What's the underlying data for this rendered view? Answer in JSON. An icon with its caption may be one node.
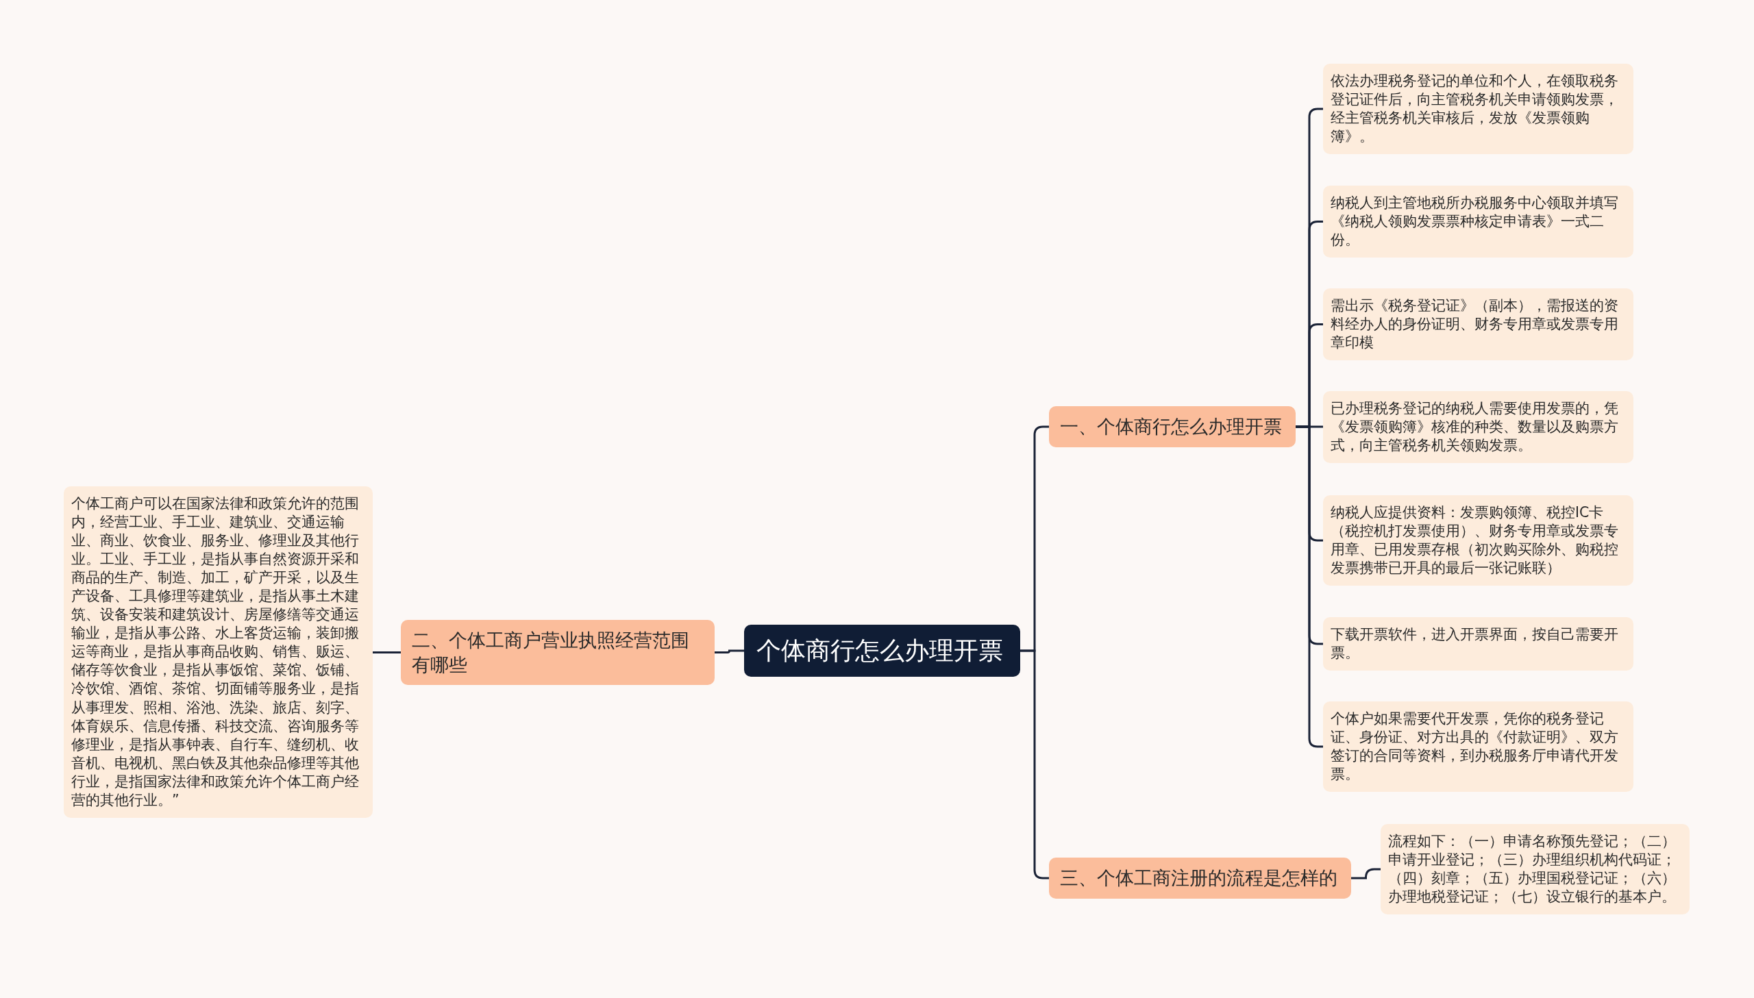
{
  "diagram": {
    "nodes": [
      {
        "text": [
          "个体商行怎么办理开票"
        ]
      },
      {
        "text": [
          "一、个体商行怎么办理开票"
        ]
      },
      {
        "text": [
          "依法办理税务登记的单位和个人，在领取税务登记证件后，向主管税务机关申请领购发票，经主管税务机关审核后，发放《发票领购簿》。"
        ]
      },
      {
        "text": [
          "纳税人到主管地税所办税服务中心领取并填写《纳税人领购发票票种核定申请表》一式二份。"
        ]
      },
      {
        "text": [
          "需出示《税务登记证》（副本），需报送的资料经办人的身份证明、财务专用章或发票专用章印模"
        ]
      },
      {
        "text": [
          "已办理税务登记的纳税人需要使用发票的，凭《发票领购簿》核准的种类、数量以及购票方式，向主管税务机关领购发票。"
        ]
      },
      {
        "text": [
          "纳税人应提供资料：发票购领簿、税控IC卡（税控机打发票使用）、财务专用章或发票专用章、已用发票存根（初次购买除外、购税控发票携带已开具的最后一张记账联）"
        ]
      },
      {
        "text": [
          "下载开票软件，进入开票界面，按自己需要开票。"
        ]
      },
      {
        "text": [
          "个体户如果需要代开发票，凭你的税务登记证、身份证、对方出具的《付款证明》、双方签订的合同等资料，到办税服务厅申请代开发票。"
        ]
      },
      {
        "text": [
          "二、个体工商户营业执照经营范围有哪些"
        ]
      },
      {
        "text": [
          "个体工商户可以在国家法律和政策允许的范围内，经营工业、手工业、建筑业、交通运输业、商业、饮食业、服务业、修理业及其他行业。工业、手工业，是指从事自然资源开采和商品的生产、制造、加工，矿产开采，以及生产设备、工具修理等建筑业，是指从事土木建筑、设备安装和建筑设计、房屋修缮等交通运输业，是指从事公路、水上客货运输，装卸搬运等商业，是指从事商品收购、销售、贩运、储存等饮食业，是指从事饭馆、菜馆、饭铺、冷饮馆、酒馆、茶馆、切面铺等服务业，是指从事理发、照相、浴池、洗染、旅店、刻字、体育娱乐、信息传播、科技交流、咨询服务等修理业，是指从事钟表、自行车、缝纫机、收音机、电视机、黑白铁及其他杂品修理等其他行业，是指国家法律和政策允许个体工商户经营的其他行业。”"
        ]
      },
      {
        "text": [
          "三、个体工商注册的流程是怎样的"
        ]
      },
      {
        "text": [
          "流程如下：（一）申请名称预先登记；（二）申请开业登记；（三）办理组织机构代码证；（四）刻章；（五）办理国税登记证；（六）办理地税登记证；（七）设立银行的基本户。"
        ]
      }
    ],
    "edges": [
      {
        "from": 0,
        "to": 1,
        "arrow": "none"
      },
      {
        "from": 1,
        "to": 2,
        "arrow": "none"
      },
      {
        "from": 1,
        "to": 3,
        "arrow": "none"
      },
      {
        "from": 1,
        "to": 4,
        "arrow": "none"
      },
      {
        "from": 1,
        "to": 5,
        "arrow": "none"
      },
      {
        "from": 1,
        "to": 6,
        "arrow": "none"
      },
      {
        "from": 1,
        "to": 7,
        "arrow": "none"
      },
      {
        "from": 1,
        "to": 8,
        "arrow": "none"
      },
      {
        "from": 0,
        "to": 9,
        "arrow": "none"
      },
      {
        "from": 9,
        "to": 10,
        "arrow": "none"
      },
      {
        "from": 0,
        "to": 11,
        "arrow": "none"
      },
      {
        "from": 11,
        "to": 12,
        "arrow": "none"
      }
    ]
  }
}
